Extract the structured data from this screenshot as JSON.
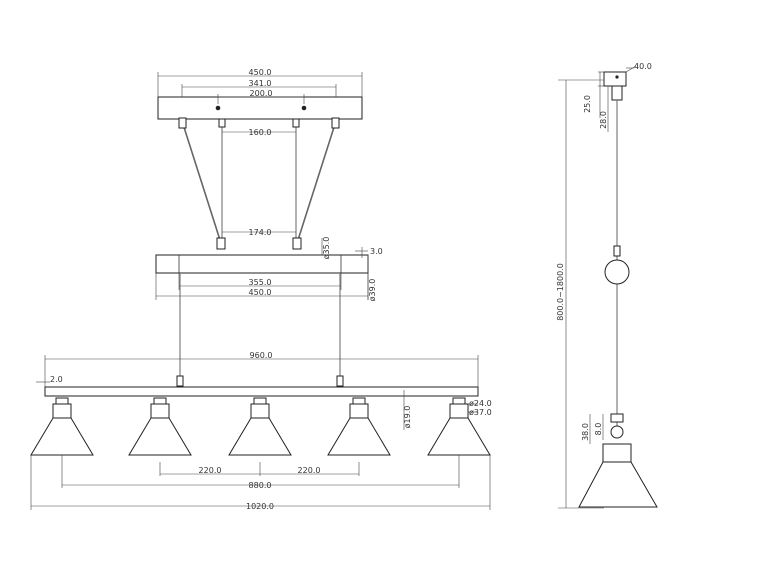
{
  "drawing": {
    "front_view": {
      "canopy_width": "450.0",
      "canopy_spacing_outer": "341.0",
      "canopy_spacing_inner": "200.0",
      "upper_rod_spacing": "160.0",
      "lower_rod_spacing": "174.0",
      "middle_bar_diameter": "ø35.0",
      "middle_bar_gap": "3.0",
      "middle_bar_outer_diameter": "ø39.0",
      "middle_bar_inner_width": "355.0",
      "middle_bar_width": "450.0",
      "main_bar_width": "960.0",
      "main_bar_thickness": "2.0",
      "main_bar_diameter": "ø19.0",
      "socket_diameter_small": "ø24.0",
      "socket_diameter_large": "ø37.0",
      "shade_spacing_left": "220.0",
      "shade_spacing_right": "220.0",
      "shade_span": "880.0",
      "total_width": "1020.0"
    },
    "side_view": {
      "canopy_depth": "40.0",
      "canopy_height": "25.0",
      "mount_height": "28.0",
      "height_range": "800.0~1800.0",
      "shade_cap_height": "38.0",
      "shade_neck_height": "8.0"
    }
  },
  "colors": {
    "line": "#333333",
    "background": "#ffffff"
  }
}
